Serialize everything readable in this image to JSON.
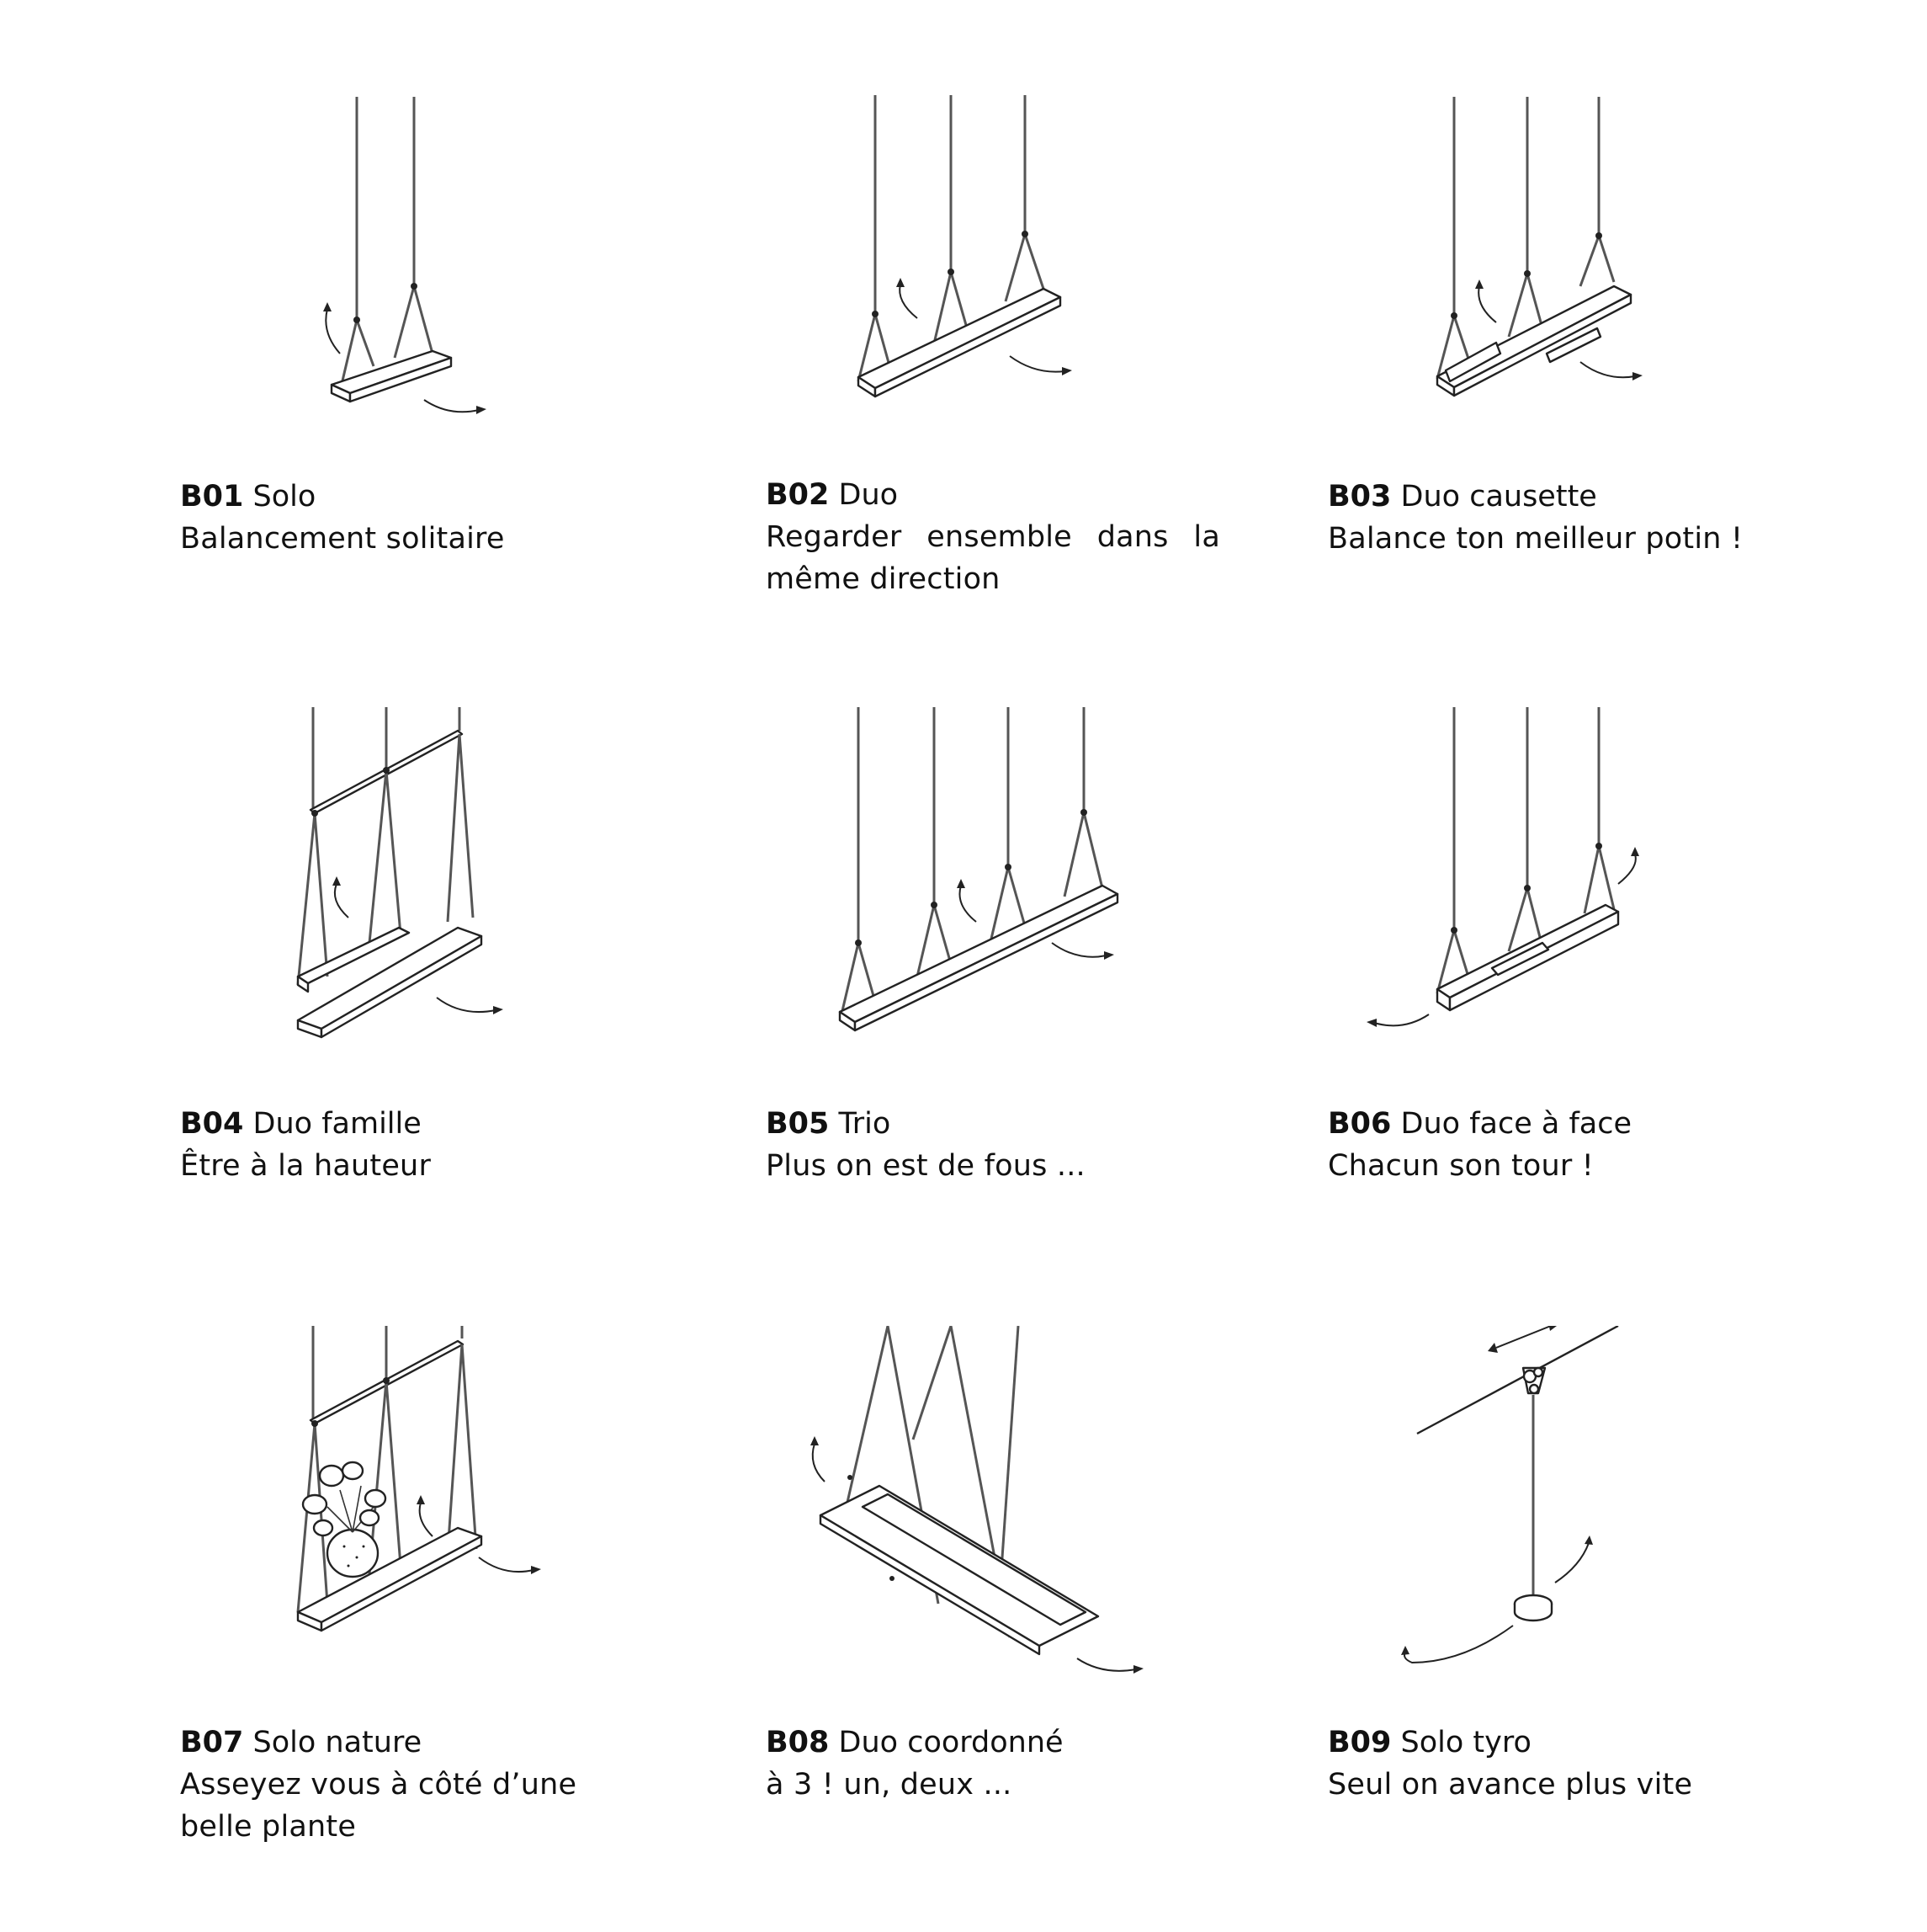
{
  "items": [
    {
      "code": "B01",
      "name": "Solo",
      "desc": "Balancement solitaire"
    },
    {
      "code": "B02",
      "name": "Duo",
      "desc": "Regarder ensemble dans la même direction"
    },
    {
      "code": "B03",
      "name": "Duo causette",
      "desc": "Balance ton meilleur potin !"
    },
    {
      "code": "B04",
      "name": "Duo famille",
      "desc": "Être à la hauteur"
    },
    {
      "code": "B05",
      "name": "Trio",
      "desc": "Plus on est de fous ..."
    },
    {
      "code": "B06",
      "name": "Duo face à face",
      "desc": "Chacun son tour !"
    },
    {
      "code": "B07",
      "name": "Solo nature",
      "desc": "Asseyez vous à côté d’une belle plante"
    },
    {
      "code": "B08",
      "name": "Duo coordonné",
      "desc": "à 3 ! un, deux ..."
    },
    {
      "code": "B09",
      "name": "Solo tyro",
      "desc": "Seul on avance plus vite"
    }
  ]
}
